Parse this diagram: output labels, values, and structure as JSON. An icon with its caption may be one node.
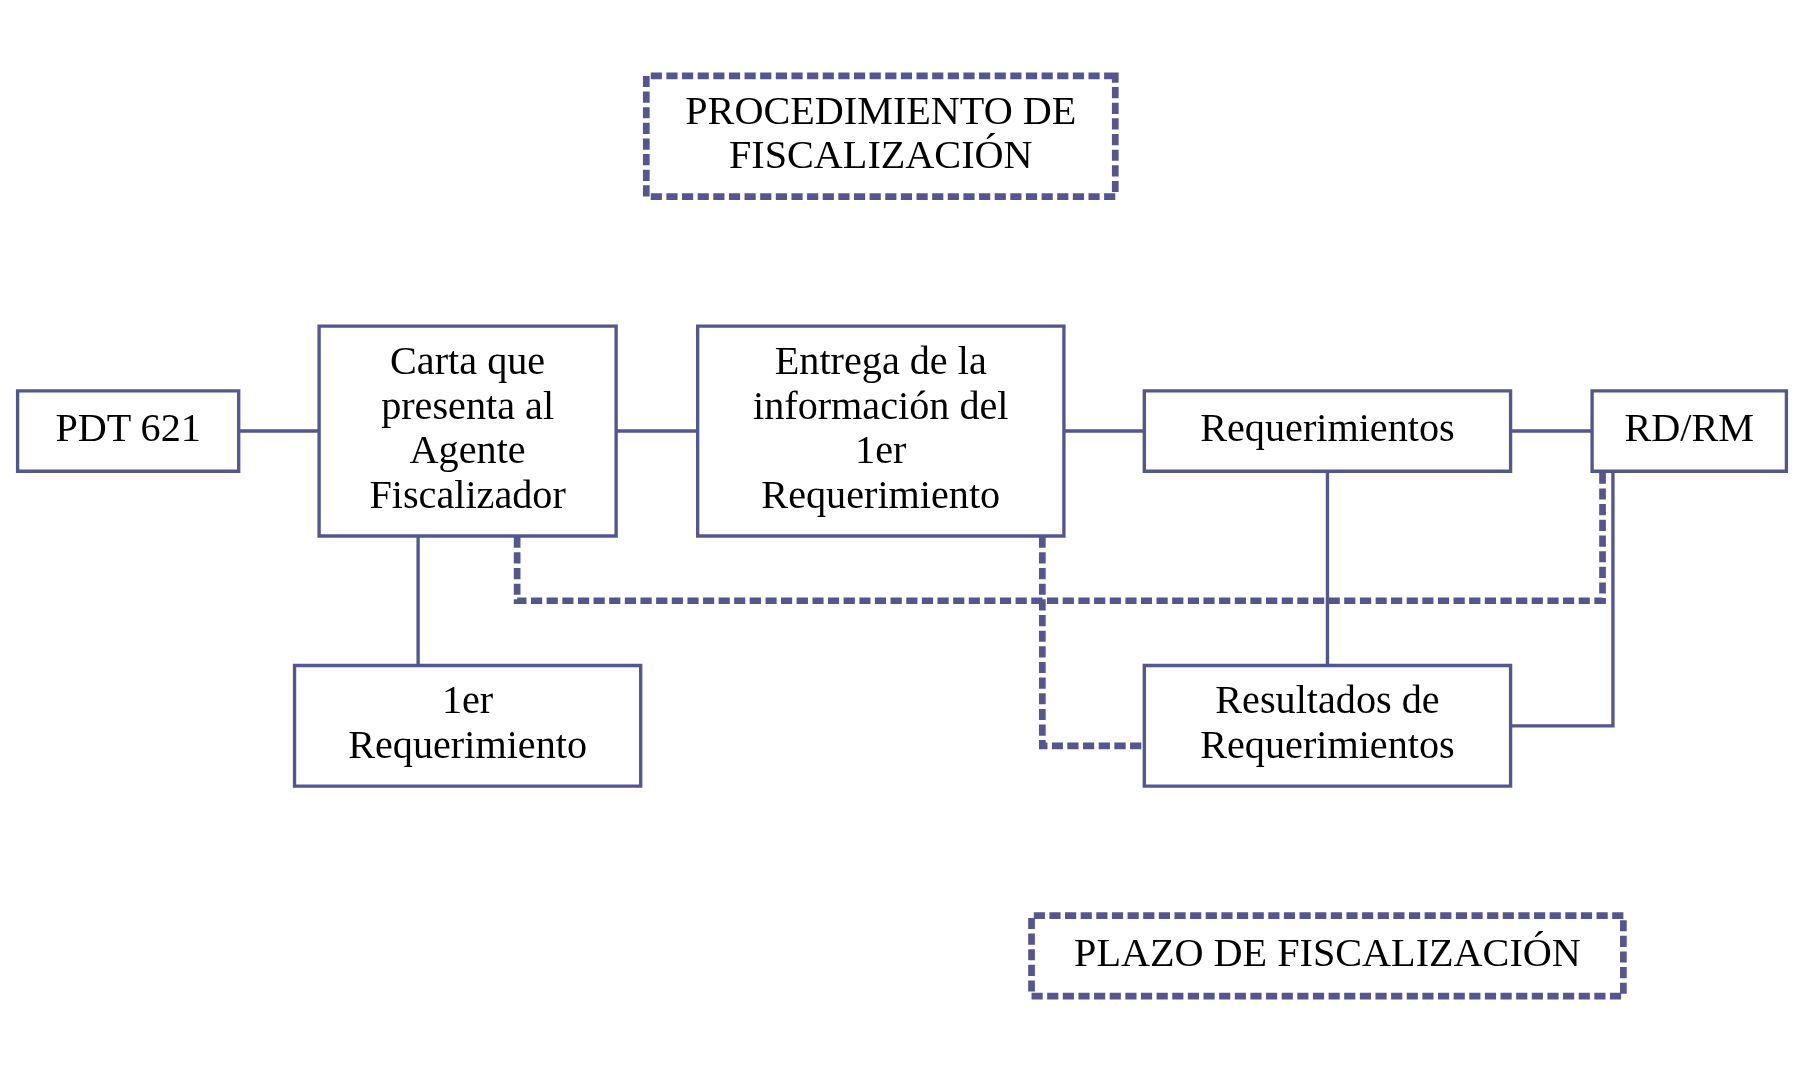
{
  "diagram": {
    "nodes": [
      {
        "text": [
          "PROCEDIMIENTO DE FISCALIZACIÓN"
        ]
      },
      {
        "text": [
          "PDT 621"
        ]
      },
      {
        "text": [
          "Carta que presenta al Agente Fiscalizador"
        ]
      },
      {
        "text": [
          "Entrega de la información del 1er Requerimiento"
        ]
      },
      {
        "text": [
          "Requerimientos"
        ]
      },
      {
        "text": [
          "RD/RM"
        ]
      },
      {
        "text": [
          "1er Requerimiento"
        ]
      },
      {
        "text": [
          "Resultados de Requerimientos"
        ]
      },
      {
        "text": [
          "PLAZO DE FISCALIZACIÓN"
        ]
      }
    ],
    "edges": [
      {
        "from": 1,
        "to": 2,
        "arrow": "none"
      },
      {
        "from": 2,
        "to": 3,
        "arrow": "none"
      },
      {
        "from": 3,
        "to": 4,
        "arrow": "none"
      },
      {
        "from": 4,
        "to": 5,
        "arrow": "none"
      },
      {
        "from": 2,
        "to": 6,
        "arrow": "none"
      },
      {
        "from": 4,
        "to": 7,
        "arrow": "none"
      },
      {
        "from": 5,
        "to": 7,
        "arrow": "none"
      },
      {
        "from": 2,
        "to": 5,
        "arrow": "none",
        "style": "dashed"
      },
      {
        "from": 3,
        "to": 7,
        "arrow": "none",
        "style": "dashed"
      }
    ]
  }
}
